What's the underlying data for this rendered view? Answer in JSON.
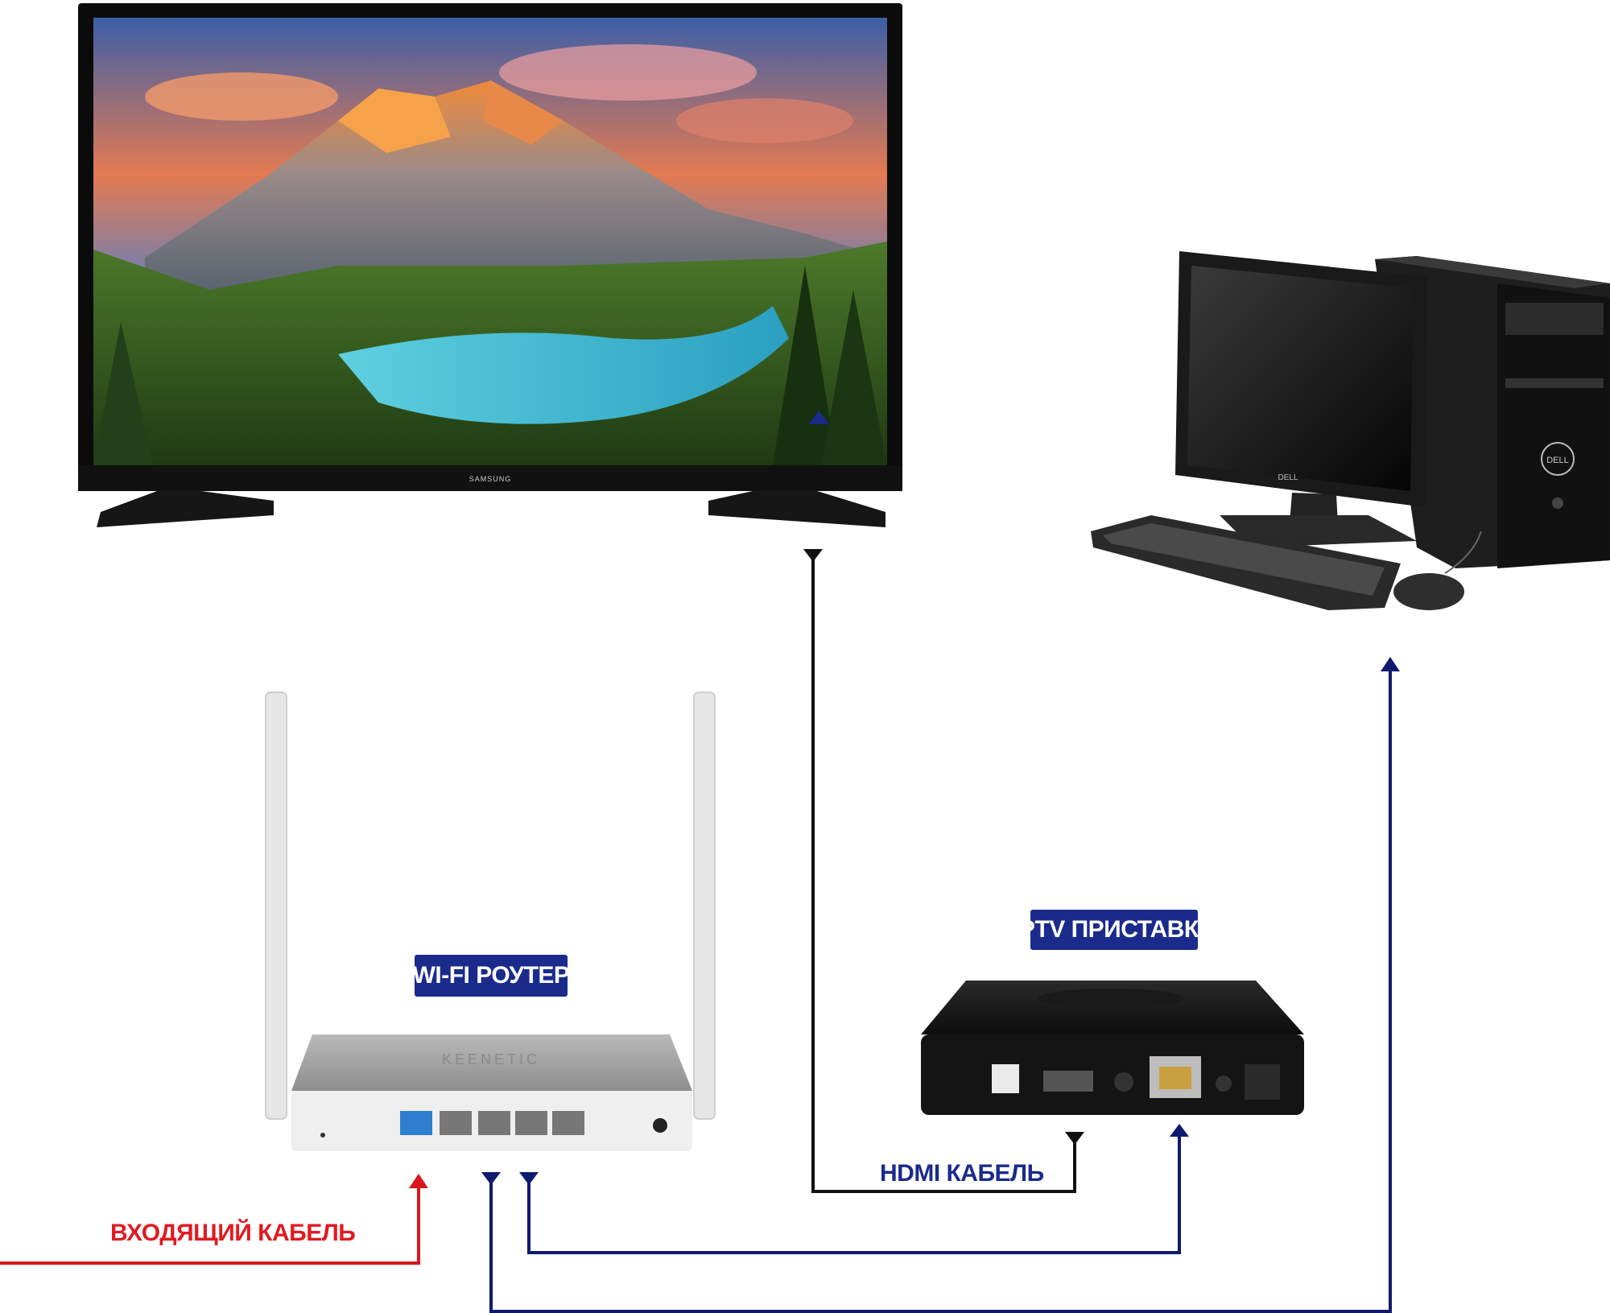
{
  "labels": {
    "router": "WI-FI РОУТЕР",
    "iptv": "IPTV ПРИСТАВКА",
    "hdmi": "HDMI КАБЕЛЬ",
    "incoming": "ВХОДЯЩИЙ КАБЕЛЬ"
  },
  "brands": {
    "tv": "SAMSUNG",
    "monitor": "DELL",
    "pc": "DELL",
    "router": "KEENETIC"
  },
  "colors": {
    "navy": "#1a2b8c",
    "line_navy": "#0f1a6e",
    "line_black": "#111111",
    "line_red": "#d9161c",
    "label_red": "#e01b22"
  },
  "icons": [
    "tv-icon",
    "desktop-computer-icon",
    "router-icon",
    "iptv-box-icon",
    "arrow-head-icon"
  ]
}
